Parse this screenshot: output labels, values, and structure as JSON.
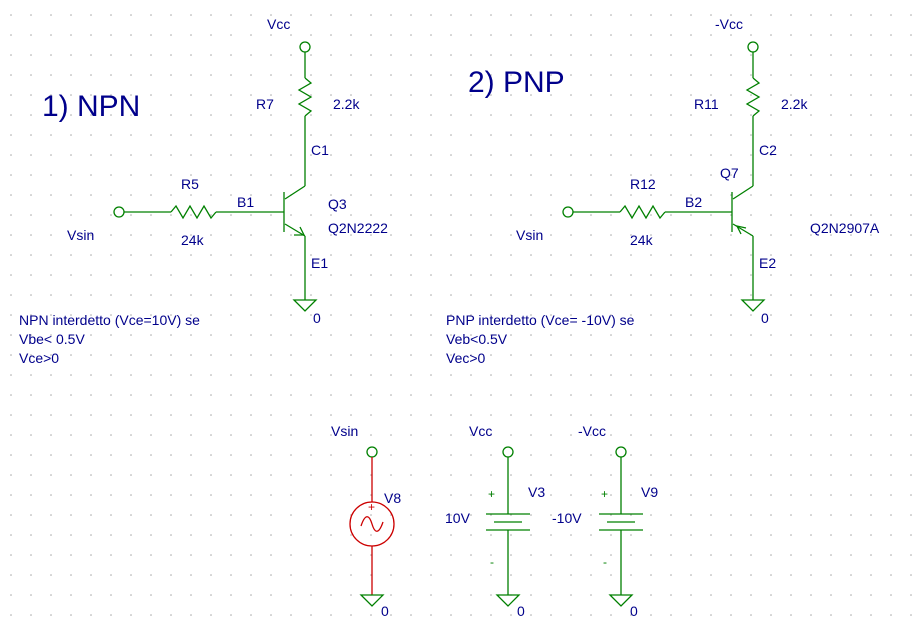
{
  "titles": {
    "npn": "1) NPN",
    "pnp": "2) PNP"
  },
  "npn": {
    "vcc": "Vcc",
    "r7": {
      "name": "R7",
      "value": "2.2k"
    },
    "c1": "C1",
    "r5": {
      "name": "R5",
      "value": "24k"
    },
    "b1": "B1",
    "vsin": "Vsin",
    "q3": {
      "name": "Q3",
      "model": "Q2N2222"
    },
    "e1": "E1",
    "gnd": "0",
    "note": [
      "NPN interdetto (Vce=10V) se",
      "Vbe< 0.5V",
      "Vce>0"
    ]
  },
  "pnp": {
    "vcc": "-Vcc",
    "r11": {
      "name": "R11",
      "value": "2.2k"
    },
    "c2": "C2",
    "q7": {
      "name": "Q7",
      "model": "Q2N2907A"
    },
    "r12": {
      "name": "R12",
      "value": "24k"
    },
    "b2": "B2",
    "vsin": "Vsin",
    "e2": "E2",
    "gnd": "0",
    "note": [
      "PNP interdetto (Vce= -10V) se",
      "Veb<0.5V",
      "Vec>0"
    ]
  },
  "sources": {
    "v8": {
      "node": "Vsin",
      "name": "V8",
      "gnd": "0"
    },
    "v3": {
      "node": "Vcc",
      "name": "V3",
      "value": "10V",
      "plus": "+",
      "minus": "-",
      "gnd": "0"
    },
    "v9": {
      "node": "-Vcc",
      "name": "V9",
      "value": "-10V",
      "plus": "+",
      "minus": "-",
      "gnd": "0"
    }
  },
  "colors": {
    "wire": "#008000",
    "text": "#00008b",
    "source": "#cc0000",
    "grid": "#a8a8a8"
  }
}
